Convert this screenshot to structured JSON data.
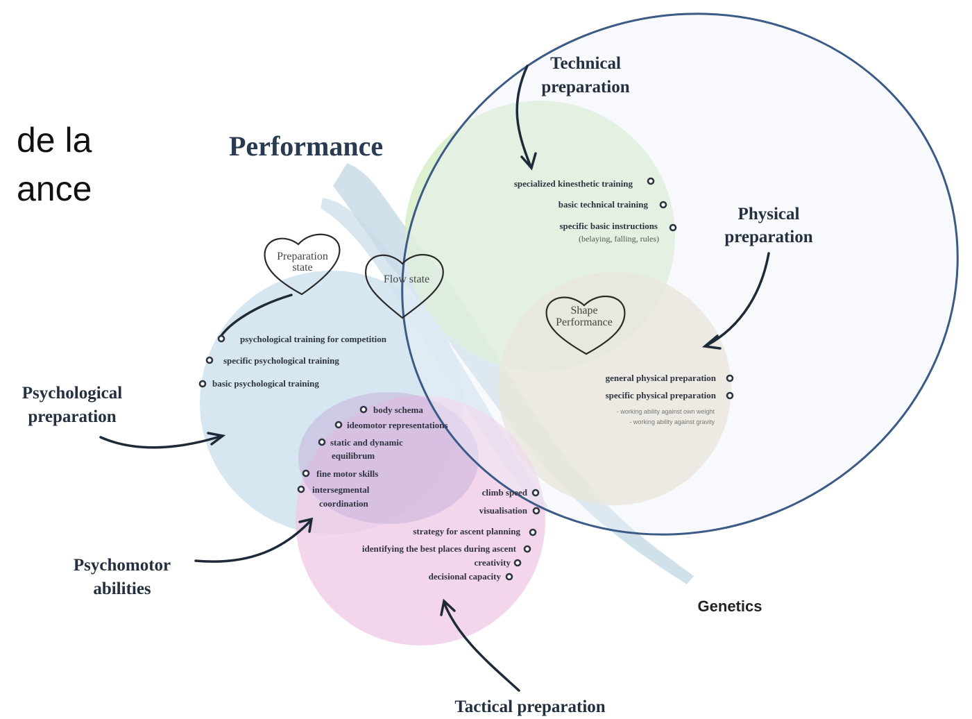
{
  "slide": {
    "title_line1": "de la",
    "title_line2": "ance"
  },
  "diagram": {
    "title": "Performance",
    "genetics": "Genetics",
    "states": {
      "preparation_line1": "Preparation",
      "preparation_line2": "state",
      "flow": "Flow state",
      "shape_line1": "Shape",
      "shape_line2": "Performance"
    },
    "technical": {
      "label_line1": "Technical",
      "label_line2": "preparation",
      "items": [
        "specialized kinesthetic training",
        "basic technical training",
        "specific basic instructions"
      ],
      "note": "(belaying, falling, rules)"
    },
    "physical": {
      "label_line1": "Physical",
      "label_line2": "preparation",
      "items": [
        "general physical preparation",
        "specific physical preparation"
      ],
      "notes": [
        "- working ability against own weight",
        "- working ability against gravity"
      ]
    },
    "psychological": {
      "label_line1": "Psychological",
      "label_line2": "preparation",
      "items": [
        "psychological training for competition",
        "specific psychological training",
        "basic psychological training"
      ]
    },
    "psychomotor": {
      "label_line1": "Psychomotor",
      "label_line2": "abilities",
      "items": [
        "body schema",
        "ideomotor representations",
        "static and dynamic",
        "equilibrum",
        "fine motor skills",
        "intersegmental",
        "coordination"
      ]
    },
    "tactical": {
      "label": "Tactical preparation",
      "items": [
        "climb speed",
        "visualisation",
        "strategy for ascent planning",
        "identifying the best places during ascent",
        "creativity",
        "decisional capacity"
      ]
    }
  },
  "colors": {
    "technical_circle": "#d4ecc4",
    "physical_circle": "#e6ddc5",
    "psychological_circle": "#cfe3ee",
    "tactical_circle": "#f0c8e6",
    "highlight_ellipse_stroke": "#3b5a86",
    "highlight_ellipse_fill": "#eef2f8",
    "genetics_stream": "#c8dce8"
  }
}
